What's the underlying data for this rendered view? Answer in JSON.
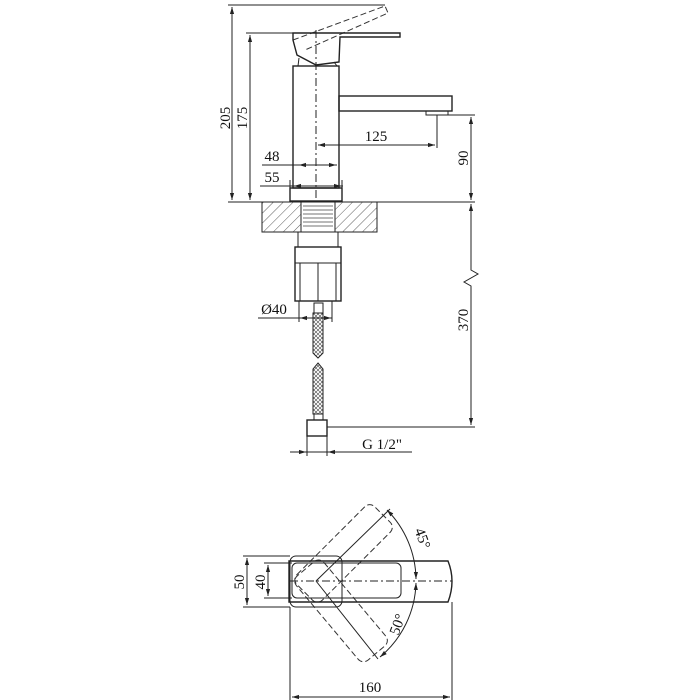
{
  "dimensions": {
    "height_total": "205",
    "height_lever": "175",
    "spout_reach": "125",
    "body_width": "48",
    "base_width": "55",
    "spout_height": "90",
    "mount_diameter": "Ø40",
    "hose_length": "370",
    "connection_thread": "G 1/2\"",
    "handle_width_outer": "50",
    "handle_width_inner": "40",
    "total_length": "160",
    "rotation_left": "45°",
    "rotation_right": "50°"
  },
  "colors": {
    "line": "#222222",
    "background": "#ffffff"
  }
}
